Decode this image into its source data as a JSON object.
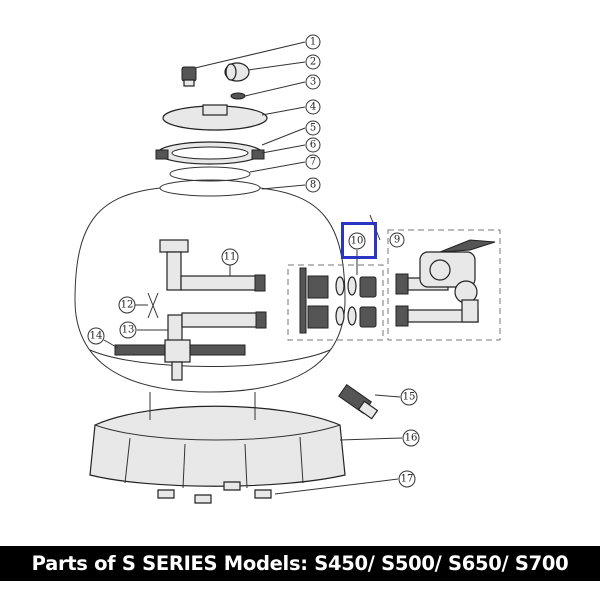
{
  "banner": {
    "title": "Parts of S SERIES Models: S450/ S500/ S650/ S700"
  },
  "highlight": {
    "part": "10",
    "color": "#2b35c4"
  },
  "callouts": [
    "1",
    "2",
    "3",
    "4",
    "5",
    "6",
    "7",
    "8",
    "9",
    "10",
    "11",
    "12",
    "13",
    "14",
    "15",
    "16",
    "17"
  ]
}
